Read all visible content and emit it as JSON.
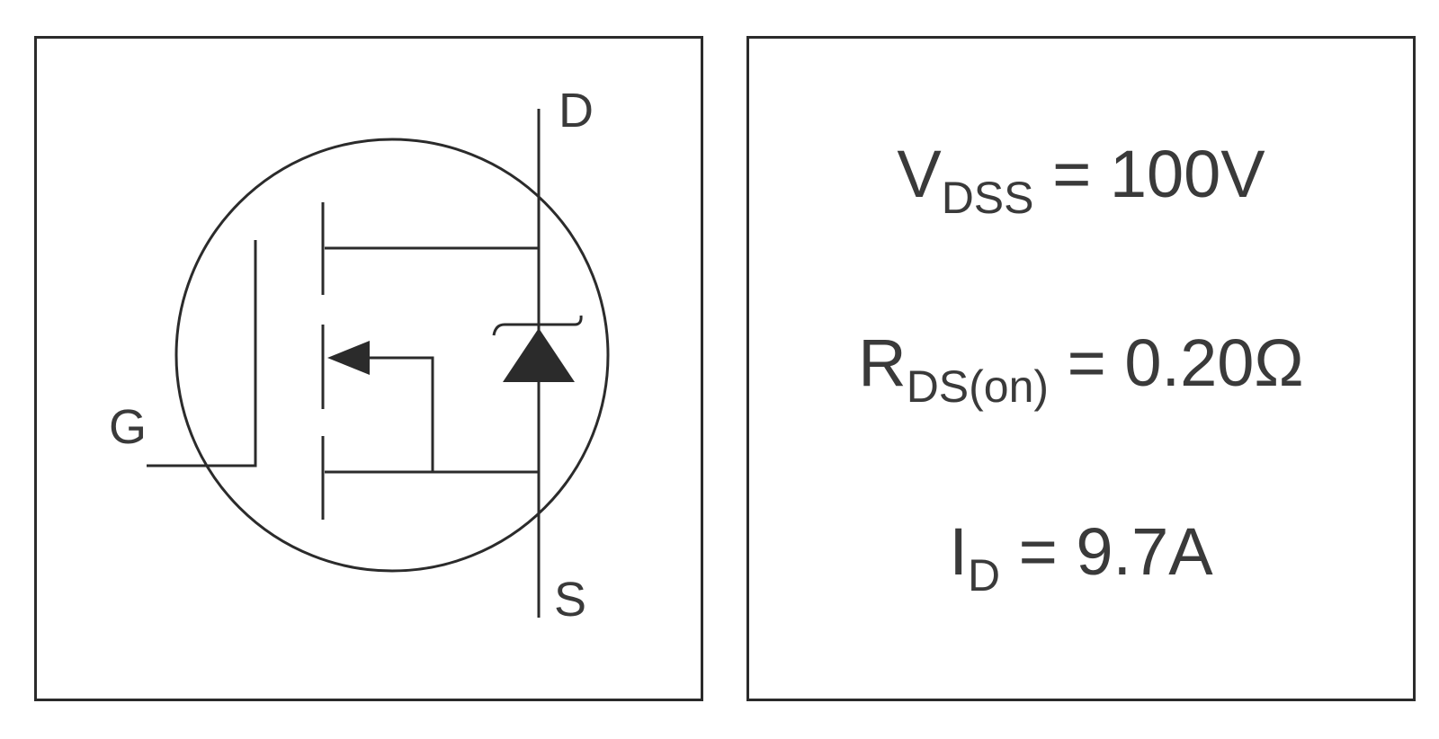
{
  "symbol": {
    "pins": {
      "drain": "D",
      "gate": "G",
      "source": "S"
    },
    "stroke_color": "#2b2b2b"
  },
  "specs": {
    "vdss": {
      "symbol": "V",
      "subscript": "DSS",
      "value": "= 100V"
    },
    "rds_on": {
      "symbol": "R",
      "subscript": "DS(on)",
      "value": "= 0.20Ω"
    },
    "id": {
      "symbol": "I",
      "subscript": "D",
      "value": "= 9.7A"
    }
  }
}
